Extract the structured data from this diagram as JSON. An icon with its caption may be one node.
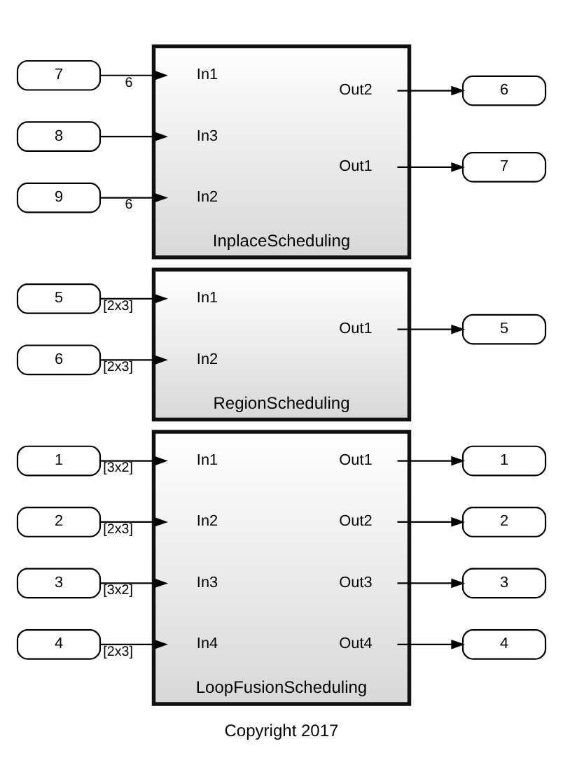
{
  "diagram": {
    "caption": "Copyright 2017",
    "nodes": [
      {
        "text": [
          "1"
        ]
      },
      {
        "text": [
          "2"
        ]
      },
      {
        "text": [
          "3"
        ]
      },
      {
        "text": [
          "4"
        ]
      },
      {
        "text": [
          "LoopFusionScheduling"
        ]
      },
      {
        "text": [
          "In1"
        ],
        "in": 4
      },
      {
        "text": [
          "In2"
        ],
        "in": 4
      },
      {
        "text": [
          "In3"
        ],
        "in": 4
      },
      {
        "text": [
          "In4"
        ],
        "in": 4
      },
      {
        "text": [
          "Out1"
        ],
        "in": 4
      },
      {
        "text": [
          "Out2"
        ],
        "in": 4
      },
      {
        "text": [
          "Out3"
        ],
        "in": 4
      },
      {
        "text": [
          "Out4"
        ],
        "in": 4
      },
      {
        "text": [
          "1"
        ]
      },
      {
        "text": [
          "2"
        ]
      },
      {
        "text": [
          "3"
        ]
      },
      {
        "text": [
          "4"
        ]
      },
      {
        "text": [
          "5"
        ]
      },
      {
        "text": [
          "6"
        ]
      },
      {
        "text": [
          "RegionScheduling"
        ]
      },
      {
        "text": [
          "In1"
        ],
        "in": 19
      },
      {
        "text": [
          "In2"
        ],
        "in": 19
      },
      {
        "text": [
          "Out1"
        ],
        "in": 19
      },
      {
        "text": [
          "5"
        ]
      },
      {
        "text": [
          "7"
        ]
      },
      {
        "text": [
          "8"
        ]
      },
      {
        "text": [
          "9"
        ]
      },
      {
        "text": [
          "InplaceScheduling"
        ]
      },
      {
        "text": [
          "In1"
        ],
        "in": 27
      },
      {
        "text": [
          "In3"
        ],
        "in": 27
      },
      {
        "text": [
          "In2"
        ],
        "in": 27
      },
      {
        "text": [
          "Out2"
        ],
        "in": 27
      },
      {
        "text": [
          "Out1"
        ],
        "in": 27
      },
      {
        "text": [
          "6"
        ]
      },
      {
        "text": [
          "7"
        ]
      }
    ],
    "edges": [
      {
        "from": 0,
        "to": 5,
        "arrow": "to",
        "label": "[3x2]"
      },
      {
        "from": 1,
        "to": 6,
        "arrow": "to",
        "label": "[2x3]"
      },
      {
        "from": 2,
        "to": 7,
        "arrow": "to",
        "label": "[3x2]"
      },
      {
        "from": 3,
        "to": 8,
        "arrow": "to",
        "label": "[2x3]"
      },
      {
        "from": 9,
        "to": 13,
        "arrow": "to"
      },
      {
        "from": 10,
        "to": 14,
        "arrow": "to"
      },
      {
        "from": 11,
        "to": 15,
        "arrow": "to"
      },
      {
        "from": 12,
        "to": 16,
        "arrow": "to"
      },
      {
        "from": 17,
        "to": 20,
        "arrow": "to",
        "label": "[2x3]"
      },
      {
        "from": 18,
        "to": 21,
        "arrow": "to",
        "label": "[2x3]"
      },
      {
        "from": 22,
        "to": 23,
        "arrow": "to"
      },
      {
        "from": 24,
        "to": 28,
        "arrow": "to",
        "label": "6"
      },
      {
        "from": 25,
        "to": 29,
        "arrow": "to"
      },
      {
        "from": 26,
        "to": 30,
        "arrow": "to",
        "label": "6"
      },
      {
        "from": 31,
        "to": 33,
        "arrow": "to"
      },
      {
        "from": 32,
        "to": 34,
        "arrow": "to"
      }
    ]
  }
}
